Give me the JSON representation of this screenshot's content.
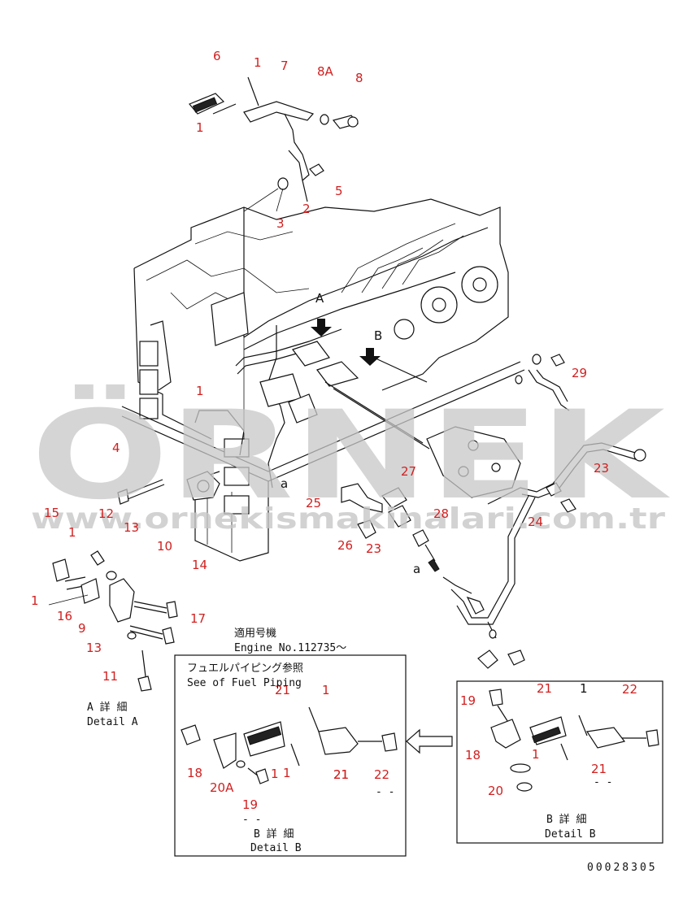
{
  "watermark": {
    "brand": "ÖRNEK",
    "url": "www.ornekismakinalari.com.tr"
  },
  "drawing_number": "00028305",
  "engine_note": {
    "title": "適用号機",
    "text": "Engine No.112735～"
  },
  "callouts": {
    "A": "A",
    "B": "B",
    "a_main": "a",
    "a_sub": "a"
  },
  "detail_a": {
    "jp": "A 詳 細",
    "en": "Detail A"
  },
  "detail_b_left": {
    "note_jp": "フュエルパイピング参照",
    "note_en": "See of Fuel Piping",
    "jp": "B 詳 細",
    "en": "Detail B",
    "dash1": "- -",
    "dash2": "- -"
  },
  "detail_b_right": {
    "jp": "B 詳 細",
    "en": "Detail B",
    "dash": "- -"
  },
  "part_labels": [
    "6",
    "1",
    "7",
    "8A",
    "8",
    "1",
    "5",
    "3",
    "2",
    "29",
    "1",
    "4",
    "27",
    "23",
    "28",
    "25",
    "24",
    "26",
    "23",
    "15",
    "12",
    "1",
    "13",
    "10",
    "14",
    "1",
    "16",
    "9",
    "17",
    "13",
    "11",
    "21",
    "1",
    "21",
    "1",
    "19",
    "22",
    "18",
    "1",
    "21",
    "20A",
    "19",
    "22",
    "18",
    "1",
    "21",
    "20"
  ]
}
